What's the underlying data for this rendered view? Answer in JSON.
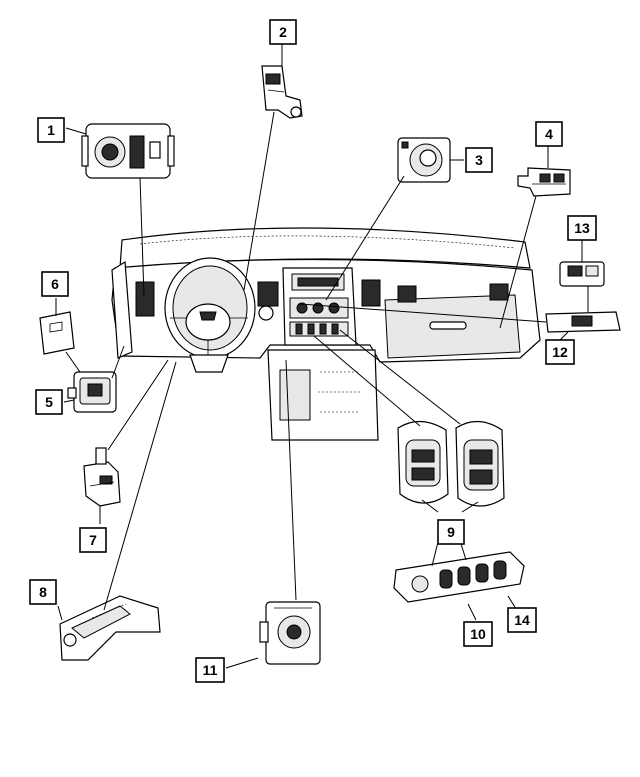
{
  "callouts": [
    {
      "id": "callout-1",
      "label": "1"
    },
    {
      "id": "callout-2",
      "label": "2"
    },
    {
      "id": "callout-3",
      "label": "3"
    },
    {
      "id": "callout-4",
      "label": "4"
    },
    {
      "id": "callout-5",
      "label": "5"
    },
    {
      "id": "callout-6",
      "label": "6"
    },
    {
      "id": "callout-7",
      "label": "7"
    },
    {
      "id": "callout-8",
      "label": "8"
    },
    {
      "id": "callout-9",
      "label": "9"
    },
    {
      "id": "callout-10",
      "label": "10"
    },
    {
      "id": "callout-11",
      "label": "11"
    },
    {
      "id": "callout-12",
      "label": "12"
    },
    {
      "id": "callout-13",
      "label": "13"
    },
    {
      "id": "callout-14",
      "label": "14"
    }
  ],
  "colors": {
    "line": "#000000",
    "background": "#ffffff"
  }
}
